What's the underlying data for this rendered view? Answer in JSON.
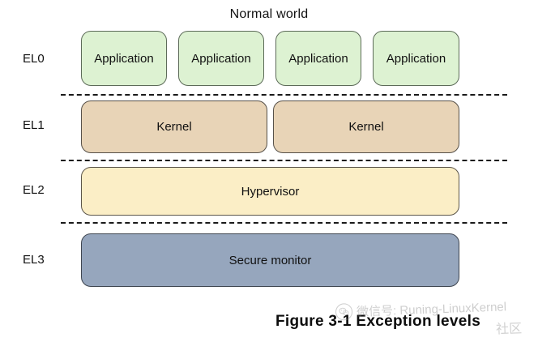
{
  "figure": {
    "world_title": "Normal world",
    "caption": "Figure 3-1 Exception levels"
  },
  "levels": [
    {
      "label": "EL0"
    },
    {
      "label": "EL1"
    },
    {
      "label": "EL2"
    },
    {
      "label": "EL3"
    }
  ],
  "nodes": {
    "applications": [
      {
        "label": "Application"
      },
      {
        "label": "Application"
      },
      {
        "label": "Application"
      },
      {
        "label": "Application"
      }
    ],
    "kernels": [
      {
        "label": "Kernel"
      },
      {
        "label": "Kernel"
      }
    ],
    "hypervisor": {
      "label": "Hypervisor"
    },
    "secure_monitor": {
      "label": "Secure monitor"
    }
  },
  "colors": {
    "application_fill": "#ddf2d2",
    "kernel_fill": "#e8d4b7",
    "hypervisor_fill": "#fbeec6",
    "secure_monitor_fill": "#96a6bd",
    "divider": "#1a1a1a",
    "text": "#111111"
  },
  "watermark": {
    "logo_icon": "wechat-logo-icon",
    "text": "微信号: Runing-LinuxKernel",
    "subtext": "社区"
  }
}
